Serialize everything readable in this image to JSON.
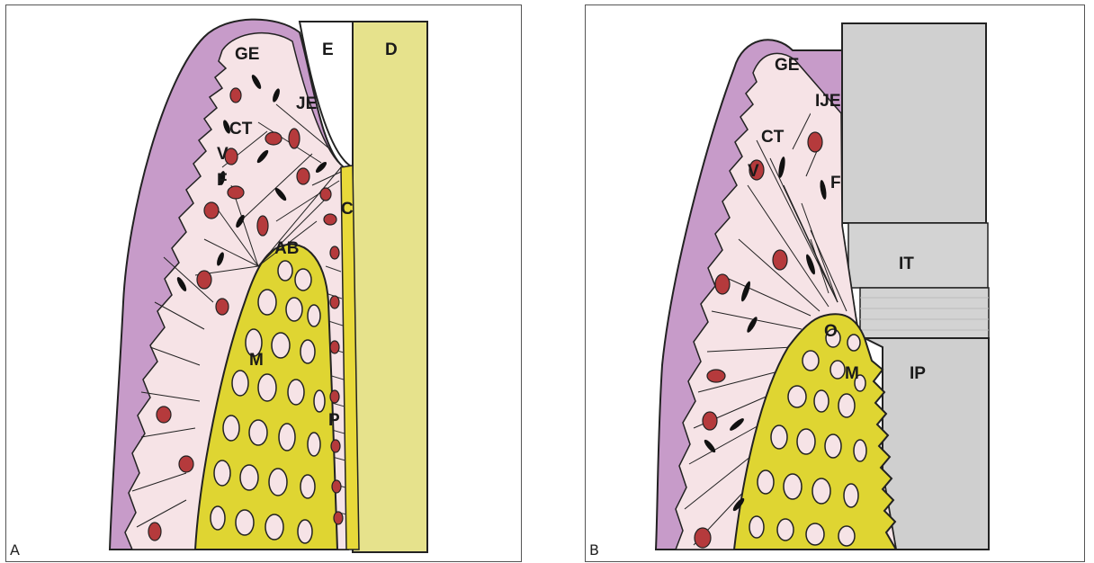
{
  "panel_a": {
    "letter": "A",
    "labels": {
      "GE": "GE",
      "E": "E",
      "D": "D",
      "JE": "JE",
      "CT": "CT",
      "V": "V",
      "F": "F",
      "C": "C",
      "AB": "AB",
      "M": "M",
      "P": "P"
    }
  },
  "panel_b": {
    "letter": "B",
    "labels": {
      "GE": "GE",
      "IJE": "IJE",
      "CT": "CT",
      "V": "V",
      "F": "F",
      "IT": "IT",
      "O": "O",
      "M": "M",
      "IP": "IP"
    }
  },
  "colors": {
    "epithelium": "#c79bc9",
    "connective": "#f6e3e6",
    "bone": "#dfd532",
    "dentin": "#e6e28c",
    "cementum": "#e8d93a",
    "vessel": "#b53a3c",
    "implant": "#d0d0d0",
    "outline": "#222222"
  }
}
